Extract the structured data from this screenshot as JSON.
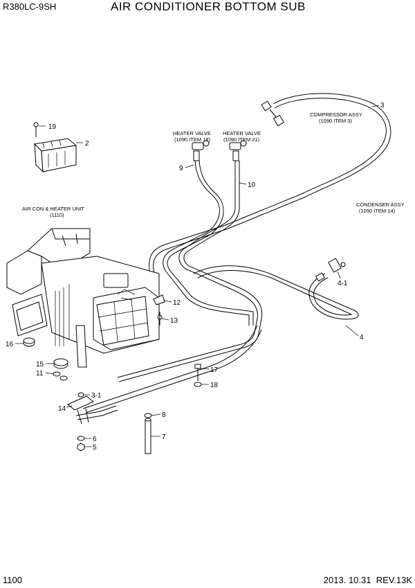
{
  "header": {
    "model": "R380LC-9SH",
    "title": "AIR CONDITIONER BOTTOM SUB"
  },
  "footer": {
    "page": "1100",
    "date": "2013. 10.31",
    "rev": "REV.13K"
  },
  "notes": {
    "compressor": [
      "COMPRESSOR ASSY",
      "(1090 ITEM 3)"
    ],
    "heater_valve_1": [
      "HEATER VALVE",
      "(1090 ITEM 18)"
    ],
    "heater_valve_2": [
      "HEATER VALVE",
      "(1090 ITEM 21)"
    ],
    "aircon_unit": [
      "AIR CON & HEATER UNIT",
      "(1110)"
    ],
    "condenser": [
      "CONDENSER ASSY",
      "(1090 ITEM 14)"
    ]
  },
  "callouts": {
    "p19": "19",
    "p2": "2",
    "p3": "3",
    "p9": "9",
    "p10": "10",
    "p4_1": "4-1",
    "p4": "4",
    "p12": "12",
    "p13": "13",
    "p16": "16",
    "p15": "15",
    "p11": "11",
    "p17": "17",
    "p18": "18",
    "p3_1": "3-1",
    "p14": "14",
    "p8": "8",
    "p7": "7",
    "p6": "6",
    "p5": "5"
  }
}
